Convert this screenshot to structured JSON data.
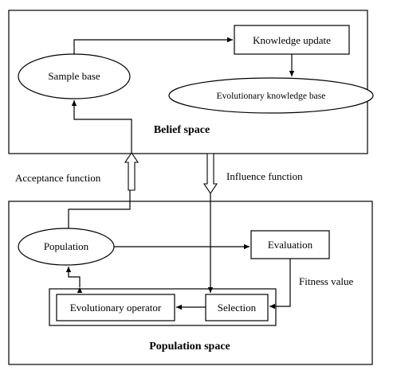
{
  "belief_space": {
    "title": "Belief space",
    "sample_base": "Sample base",
    "knowledge_update": "Knowledge update",
    "evolutionary_knowledge_base": "Evolutionary knowledge base"
  },
  "population_space": {
    "title": "Population space",
    "population": "Population",
    "evaluation": "Evaluation",
    "selection": "Selection",
    "evolutionary_operator": "Evolutionary operator",
    "fitness_value": "Fitness value"
  },
  "functions": {
    "acceptance": "Acceptance function",
    "influence": "Influence function"
  }
}
